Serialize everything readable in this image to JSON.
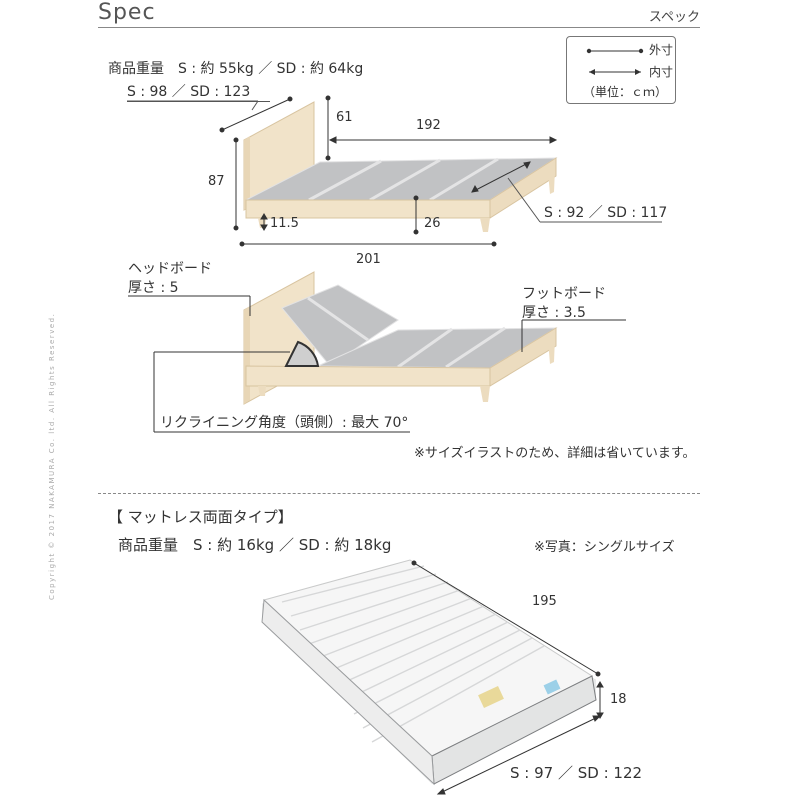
{
  "header": {
    "title": "Spec",
    "subtitle": "スペック"
  },
  "legend": {
    "outer": "外寸",
    "inner": "内寸",
    "unit": "（単位：ｃｍ）"
  },
  "bed": {
    "weight": "商品重量　S : 約 55kg ／ SD : 約 64kg",
    "headboard_width": "S : 98 ／ SD : 123",
    "height_total": "87",
    "headboard_above_frame": "61",
    "inner_length": "192",
    "floor_clearance": "11.5",
    "frame_height": "26",
    "outer_length": "201",
    "inner_width": "S : 92 ／ SD : 117"
  },
  "recline": {
    "headboard_label": "ヘッドボード",
    "headboard_thickness": "厚さ : 5",
    "footboard_label": "フットボード",
    "footboard_thickness": "厚さ : 3.5",
    "angle": "リクライニング角度（頭側）: 最大 70°",
    "note": "※サイズイラストのため、詳細は省いています。"
  },
  "mattress": {
    "heading": "【 マットレス両面タイプ】",
    "weight": "商品重量　S : 約 16kg ／ SD : 約 18kg",
    "photo_note": "※写真：シングルサイズ",
    "length": "195",
    "thickness": "18",
    "width": "S : 97 ／ SD : 122"
  },
  "copyright": "Copyright © 2017 NAKAMURA Co. ltd. All Rights Reserved.",
  "colors": {
    "wood": "#f1e3c9",
    "wood_edge": "#d8c4a0",
    "slat": "#b9babc",
    "slat_edge": "#d9dadb",
    "line": "#333333"
  }
}
